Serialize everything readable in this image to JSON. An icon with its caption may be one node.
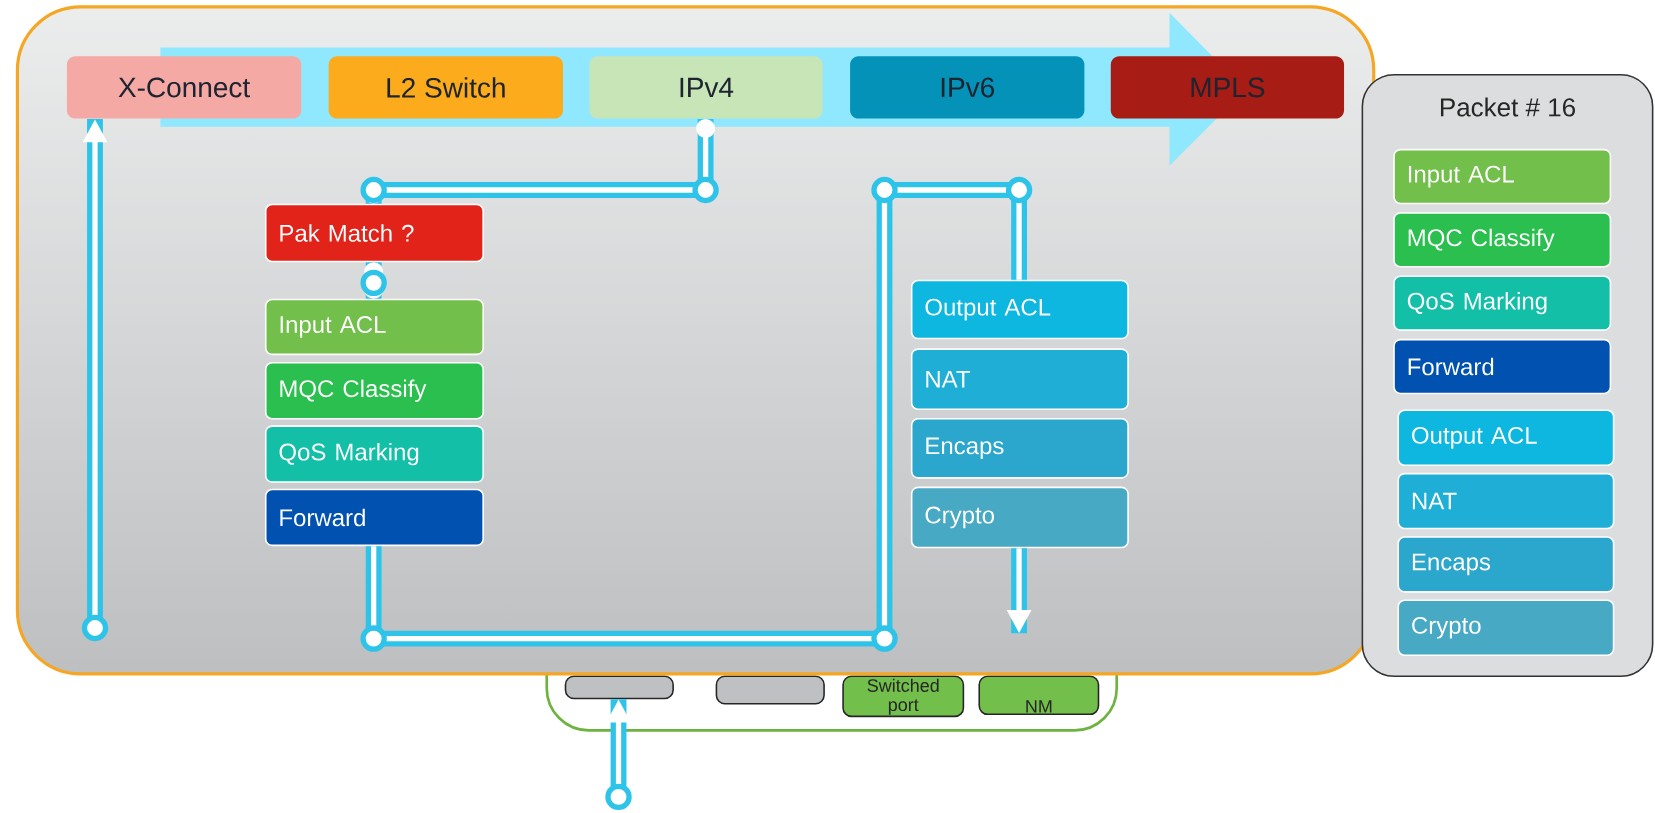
{
  "diagram": {
    "nodes": [
      {
        "text": [],
        "shape": "box"
      },
      {
        "text": [
          "X-Connect"
        ],
        "in": 0
      },
      {
        "text": [
          "L2 Switch"
        ],
        "in": 0
      },
      {
        "text": [
          "IPv4"
        ],
        "in": 0
      },
      {
        "text": [
          "IPv6"
        ],
        "in": 0
      },
      {
        "text": [
          "MPLS"
        ],
        "in": 0
      },
      {
        "text": [
          "Pak Match ?"
        ],
        "in": 0
      },
      {
        "text": [
          "Input ACL"
        ],
        "in": 0
      },
      {
        "text": [
          "MQC Classify"
        ],
        "in": 0
      },
      {
        "text": [
          "QoS Marking"
        ],
        "in": 0
      },
      {
        "text": [
          "Forward"
        ],
        "in": 0
      },
      {
        "text": [
          "Output ACL"
        ],
        "in": 0
      },
      {
        "text": [
          "NAT"
        ],
        "in": 0
      },
      {
        "text": [
          "Encaps"
        ],
        "in": 0
      },
      {
        "text": [
          "Crypto"
        ],
        "in": 0
      },
      {
        "text": [
          "Packet # 16"
        ]
      },
      {
        "text": [
          "Input ACL"
        ],
        "in": 15
      },
      {
        "text": [
          "MQC Classify"
        ],
        "in": 15
      },
      {
        "text": [
          "QoS Marking"
        ],
        "in": 15
      },
      {
        "text": [
          "Forward"
        ],
        "in": 15
      },
      {
        "text": [
          "Output ACL"
        ],
        "in": 15
      },
      {
        "text": [
          "NAT"
        ],
        "in": 15
      },
      {
        "text": [
          "Encaps"
        ],
        "in": 15
      },
      {
        "text": [
          "Crypto"
        ],
        "in": 15
      },
      {
        "text": [],
        "shape": "box"
      },
      {
        "text": [],
        "shape": "box",
        "in": 24
      },
      {
        "text": [],
        "shape": "box",
        "in": 24
      },
      {
        "text": [
          "Switched port"
        ],
        "in": 24
      },
      {
        "text": [
          "NM"
        ],
        "in": 24
      }
    ],
    "edges": [
      {
        "from": null,
        "to": 25,
        "arrow": "to"
      },
      {
        "from": null,
        "to": 1,
        "arrow": "to"
      },
      {
        "from": 3,
        "to": 6,
        "arrow": "other"
      },
      {
        "from": 6,
        "to": 7,
        "arrow": "other"
      },
      {
        "from": 10,
        "to": 11,
        "arrow": "none"
      },
      {
        "from": 14,
        "to": null,
        "arrow": "to"
      }
    ]
  }
}
